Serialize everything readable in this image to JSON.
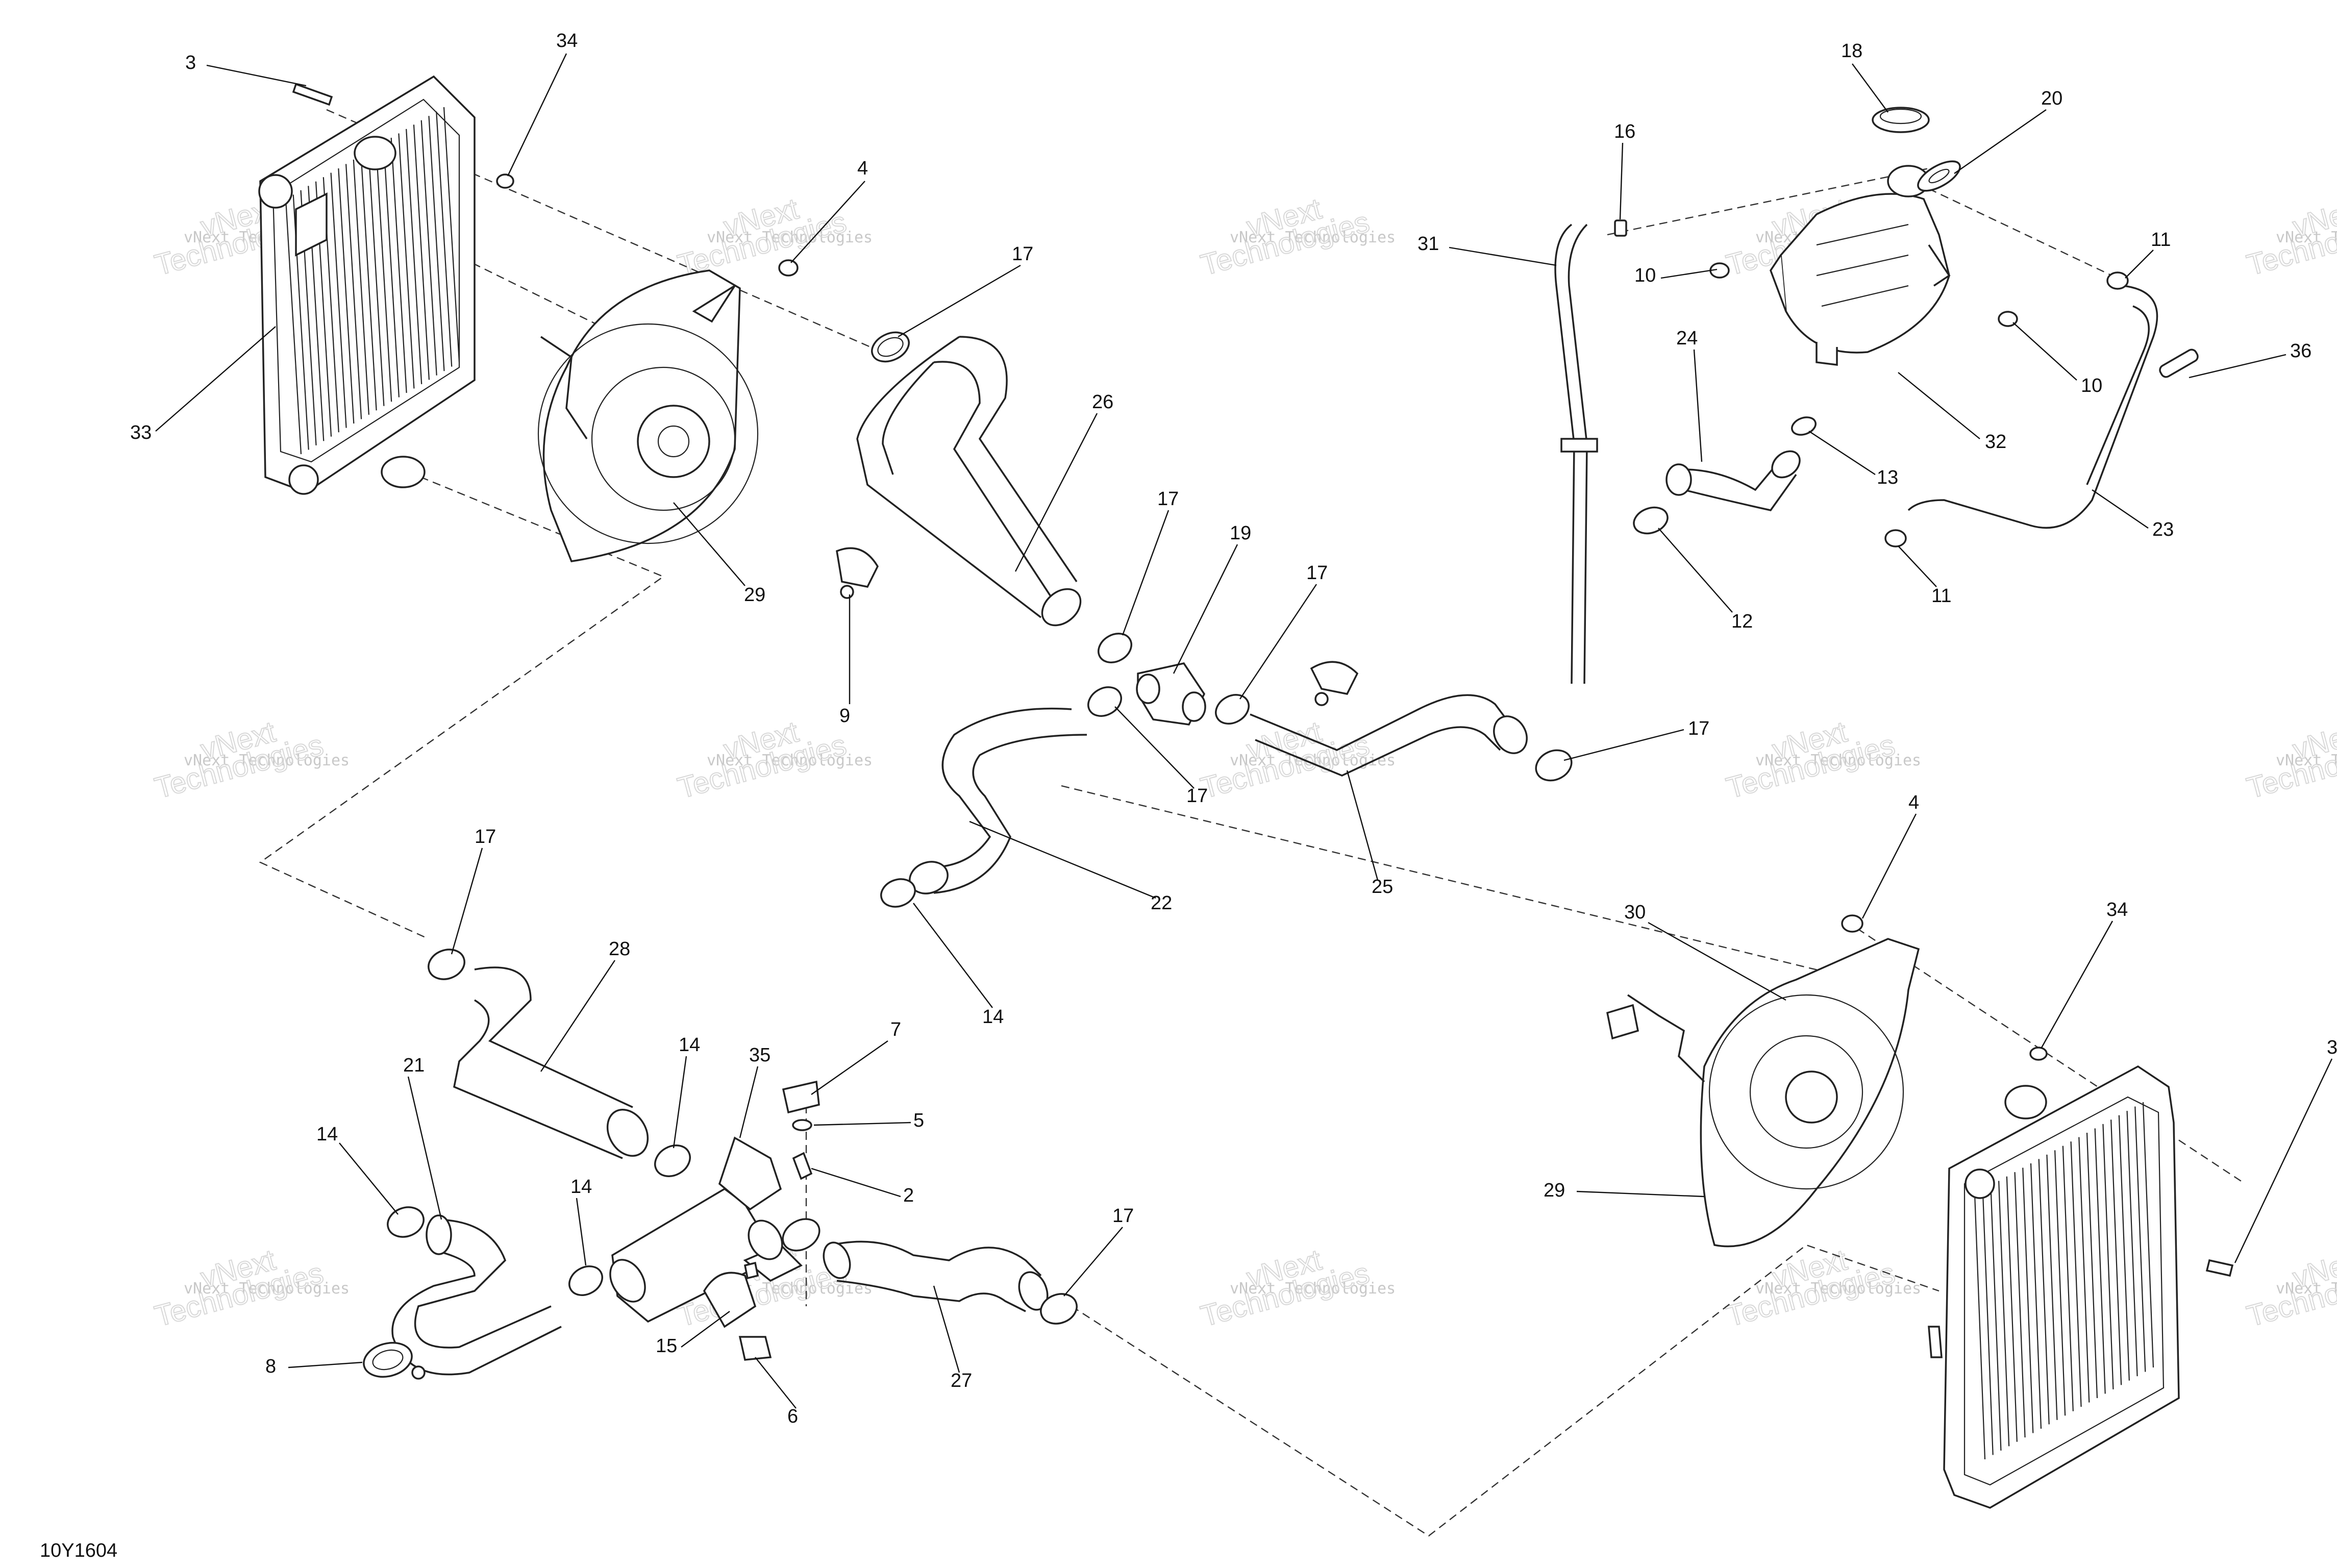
{
  "figure_code": "10Y1604",
  "watermark": {
    "line1": "vNext Technologies",
    "line2": "vNext",
    "line3": "Technologies"
  },
  "callouts": [
    {
      "id": "c3a",
      "label": "3"
    },
    {
      "id": "c34a",
      "label": "34"
    },
    {
      "id": "c4a",
      "label": "4"
    },
    {
      "id": "c33",
      "label": "33"
    },
    {
      "id": "c29a",
      "label": "29"
    },
    {
      "id": "c17a",
      "label": "17"
    },
    {
      "id": "c26",
      "label": "26"
    },
    {
      "id": "c9",
      "label": "9"
    },
    {
      "id": "c17b",
      "label": "17"
    },
    {
      "id": "c19",
      "label": "19"
    },
    {
      "id": "c17c",
      "label": "17"
    },
    {
      "id": "c17d",
      "label": "17"
    },
    {
      "id": "c17e",
      "label": "17"
    },
    {
      "id": "c22",
      "label": "22"
    },
    {
      "id": "c25",
      "label": "25"
    },
    {
      "id": "c14a",
      "label": "14"
    },
    {
      "id": "c18",
      "label": "18"
    },
    {
      "id": "c20",
      "label": "20"
    },
    {
      "id": "c16",
      "label": "16"
    },
    {
      "id": "c31",
      "label": "31"
    },
    {
      "id": "c10a",
      "label": "10"
    },
    {
      "id": "c10b",
      "label": "10"
    },
    {
      "id": "c11a",
      "label": "11"
    },
    {
      "id": "c36",
      "label": "36"
    },
    {
      "id": "c24",
      "label": "24"
    },
    {
      "id": "c13",
      "label": "13"
    },
    {
      "id": "c32",
      "label": "32"
    },
    {
      "id": "c23",
      "label": "23"
    },
    {
      "id": "c12",
      "label": "12"
    },
    {
      "id": "c11b",
      "label": "11"
    },
    {
      "id": "c4b",
      "label": "4"
    },
    {
      "id": "c30",
      "label": "30"
    },
    {
      "id": "c34b",
      "label": "34"
    },
    {
      "id": "c3b",
      "label": "3"
    },
    {
      "id": "c29b",
      "label": "29"
    },
    {
      "id": "c17f",
      "label": "17"
    },
    {
      "id": "c28",
      "label": "28"
    },
    {
      "id": "c21",
      "label": "21"
    },
    {
      "id": "c14b",
      "label": "14"
    },
    {
      "id": "c14c",
      "label": "14"
    },
    {
      "id": "c14d",
      "label": "14"
    },
    {
      "id": "c35",
      "label": "35"
    },
    {
      "id": "c7",
      "label": "7"
    },
    {
      "id": "c5",
      "label": "5"
    },
    {
      "id": "c2",
      "label": "2"
    },
    {
      "id": "c8",
      "label": "8"
    },
    {
      "id": "c15",
      "label": "15"
    },
    {
      "id": "c6",
      "label": "6"
    },
    {
      "id": "c27",
      "label": "27"
    },
    {
      "id": "c17g",
      "label": "17"
    }
  ]
}
